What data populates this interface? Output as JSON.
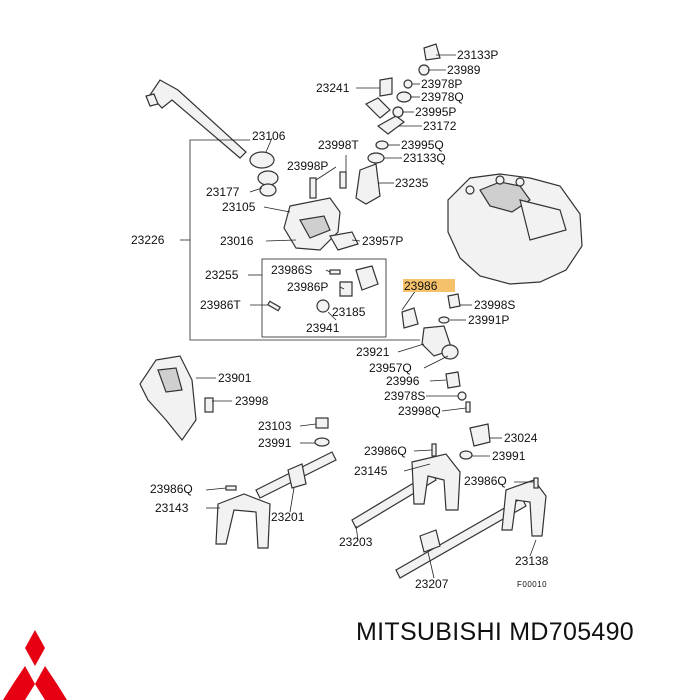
{
  "diagram": {
    "labels": [
      "23133P",
      "23989",
      "23978P",
      "23978Q",
      "23995P",
      "23172",
      "23241",
      "23106",
      "23998T",
      "23995Q",
      "23133Q",
      "23998P",
      "23235",
      "23177",
      "23105",
      "23226",
      "23016",
      "23957P",
      "23255",
      "23986S",
      "23986P",
      "23185",
      "23986T",
      "23941",
      "23986",
      "23998S",
      "23991P",
      "23921",
      "23957Q",
      "23996",
      "23978S",
      "23998Q",
      "23901",
      "23998",
      "23103",
      "23991",
      "23986Q",
      "23145",
      "23024",
      "23991",
      "23986Q",
      "23143",
      "23201",
      "23203",
      "23986Q",
      "23138",
      "23207"
    ],
    "highlighted_label": "23986",
    "highlight_color": "#f5c26b",
    "figure_code": "F00010"
  },
  "brand": {
    "logo": "mitsubishi-logo",
    "logo_color": "#e60012",
    "caption": "MITSUBISHI MD705490"
  }
}
